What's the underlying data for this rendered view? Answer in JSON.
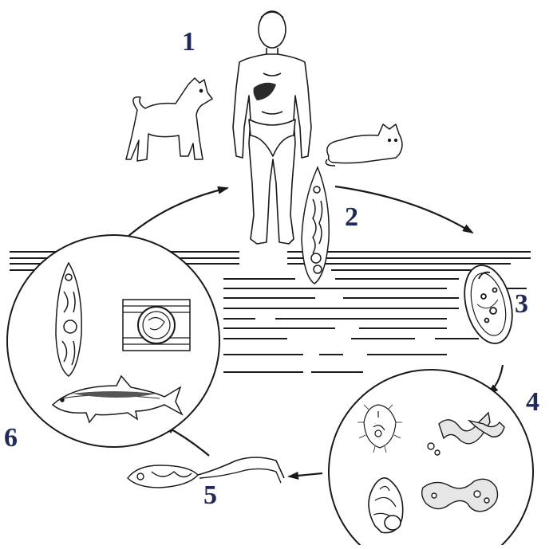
{
  "diagram": {
    "stage_labels": [
      "1",
      "2",
      "3",
      "4",
      "5",
      "6"
    ],
    "stroke_color": "#1a1a1a",
    "label_color": "#1f2a5a",
    "icons": {
      "human": "human-host-figure-icon",
      "liver": "liver-icon",
      "dog": "dog-icon",
      "cat": "cat-icon",
      "adult_fluke": "adult-fluke-icon",
      "egg": "egg-icon",
      "snail_stages": [
        "miracidium-icon",
        "sporocyst-icon",
        "snail-icon",
        "redia-icon"
      ],
      "cercaria": "cercaria-icon",
      "fish_stages": [
        "juvenile-fluke-icon",
        "metacercaria-cyst-icon",
        "fish-icon"
      ]
    }
  }
}
